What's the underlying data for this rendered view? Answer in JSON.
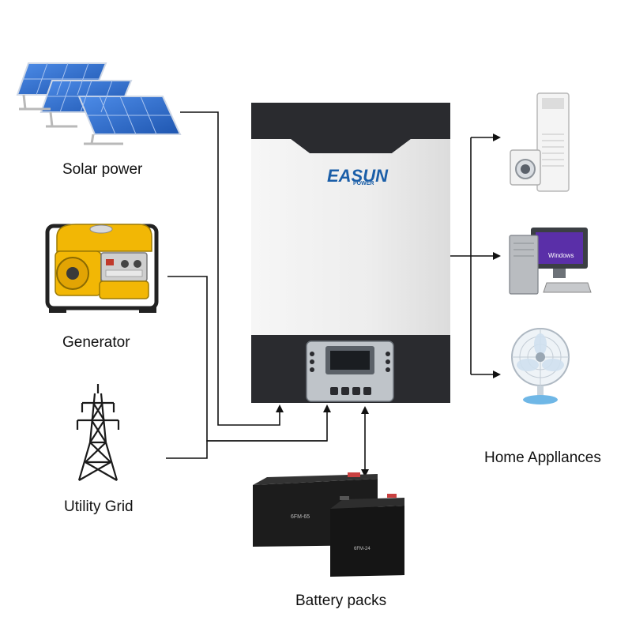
{
  "labels": {
    "solar": "Solar power",
    "generator": "Generator",
    "grid": "Utility Grid",
    "battery": "Battery packs",
    "appliances": "Home Appllances"
  },
  "inverter": {
    "brand_main": "EASUN",
    "brand_sub": "POWER",
    "brand_color": "#1a5ea8"
  },
  "batteries": {
    "large_model": "6FM-65",
    "small_model": "6FM-24"
  },
  "monitor_screen_text": "Windows",
  "colors": {
    "line": "#111111",
    "inverter_dark": "#2a2b2f",
    "inverter_light": "#ececec",
    "solar_blue": "#2f6fcf",
    "generator_yellow": "#f2b705"
  }
}
